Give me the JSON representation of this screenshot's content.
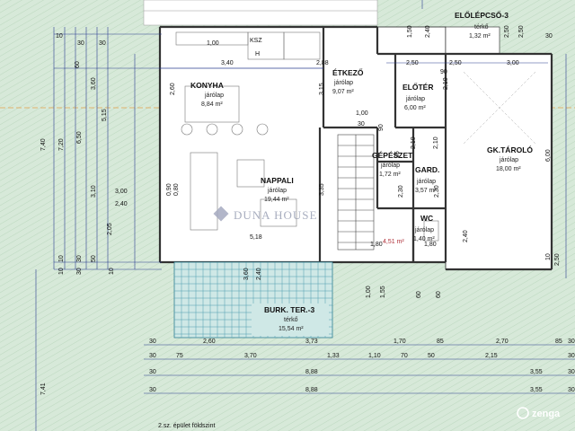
{
  "rooms": {
    "konyha": {
      "name": "KONYHA",
      "material": "járólap",
      "area": "8,84 m²"
    },
    "etkezo": {
      "name": "ÉTKEZŐ",
      "material": "járólap",
      "area": "9,07 m²"
    },
    "eloter": {
      "name": "ELŐTÉR",
      "material": "járólap",
      "area": "6,00 m²"
    },
    "nappali": {
      "name": "NAPPALI",
      "material": "járólap",
      "area": "19,44 m²"
    },
    "gepeszet": {
      "name": "GÉPÉSZET",
      "material": "járólap",
      "area": "1,72 m²"
    },
    "gard": {
      "name": "GARD.",
      "material": "járólap",
      "area": "3,57 m²"
    },
    "wc": {
      "name": "WC",
      "material": "járólap",
      "area": "1,40 m²"
    },
    "gktarolo": {
      "name": "GK.TÁROLÓ",
      "material": "járólap",
      "area": "18,00 m²"
    },
    "eloepcso": {
      "name": "ELŐLÉPCSŐ-3",
      "material": "térkő",
      "area": "1,32 m²"
    },
    "burk": {
      "name": "BURK. TER.-3",
      "material": "térkő",
      "area": "15,54 m²"
    }
  },
  "dims": {
    "top_1_00": "1,00",
    "top_3_40": "3,40",
    "top_2_88": "2,88",
    "top_1_50": "1,50",
    "top_2_40a": "2,40",
    "top_2_50a": "2,50",
    "top_2_50b": "2,50",
    "top_2_50c": "2,50",
    "top_2_50d": "2,50",
    "top_3_00": "3,00",
    "top_30a": "30",
    "top_10": "10",
    "top_30b": "30",
    "top_30c": "30",
    "l_7_40": "7,40",
    "l_7_20": "7,20",
    "l_6_50": "6,50",
    "l_3_60": "3,60",
    "l_5_15": "5,15",
    "l_3_10": "3,10",
    "l_2_05": "2,05",
    "l_3_00": "3,00",
    "l_2_40": "2,40",
    "l_7_41": "7,41",
    "l_60": "60",
    "l_10a": "10",
    "l_30a": "30",
    "l_10b": "10",
    "l_30b": "30",
    "l_50": "50",
    "l_10c": "10",
    "c_2_60": "2,60",
    "c_3_15": "3,15",
    "c_1_00a": "1,00",
    "c_90a": "90",
    "c_30": "30",
    "c_0_90": "0,90",
    "c_0_80": "0,80",
    "c_3_35": "3,35",
    "c_5_18": "5,18",
    "c_1_80a": "1,80",
    "c_4_51": "4,51 m²",
    "c_1_80b": "1,80",
    "c_95": "95",
    "c_2_10a": "2,10",
    "c_2_10b": "2,10",
    "c_2_10c": "2,10",
    "c_90b": "90",
    "c_2_30": "2,30",
    "c_2_30b": "2,30",
    "c_3_60": "3,60",
    "c_2_40": "2,40",
    "c_1_00b": "1,00",
    "c_1_55": "1,55",
    "c_60a": "60",
    "c_60b": "60",
    "r_2_40": "2,40",
    "r_6_00": "6,00",
    "r_10": "10",
    "r_2_50": "2,50",
    "b1_30": "30",
    "b1_2_60": "2,60",
    "b1_3_73": "3,73",
    "b1_1_70": "1,70",
    "b1_85": "85",
    "b1_2_70": "2,70",
    "b1_85b": "85",
    "b1_30b": "30",
    "b2_30": "30",
    "b2_75": "75",
    "b2_3_70": "3,70",
    "b2_1_33": "1,33",
    "b2_1_10": "1,10",
    "b2_70": "70",
    "b2_50": "50",
    "b2_2_15": "2,15",
    "b2_30b": "30",
    "b3_30": "30",
    "b3_8_88": "8,88",
    "b3_3_55": "3,55",
    "b3_30b": "30",
    "b4_30": "30",
    "b4_8_88": "8,88",
    "b4_3_55": "3,55",
    "b4_30b": "30"
  },
  "fixtures": {
    "ksz": "KSZ",
    "h": "H"
  },
  "watermark": {
    "brand_left": "DUNA HOUSE",
    "brand_right": "zenga"
  },
  "caption": "2.sz. épület földszint"
}
